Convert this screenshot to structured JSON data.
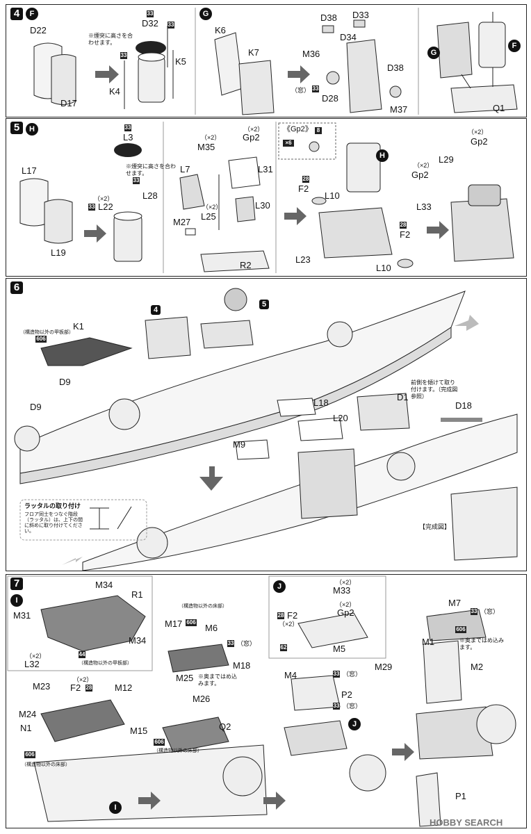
{
  "steps": {
    "s4": "4",
    "s5": "5",
    "s6": "6",
    "s7": "7"
  },
  "markers": {
    "F": "F",
    "G": "G",
    "H": "H",
    "I": "I",
    "J": "J"
  },
  "notes": {
    "height_note": "※煙突に高さを合わせます。",
    "height_note2": "※煙突に高さを合わせます。",
    "ladder_title": "ラッタルの取り付け",
    "ladder_text": "フロア同士をつなぐ階段（ラッタル）は、上下の間に斜めに取り付けてください。",
    "front_tilt": "前側を傾けて取り付けます。（完成図参照）",
    "completed": "【完成図】",
    "struct_deck": "（構造物以外の甲板部）",
    "struct_floor": "（構造物以外の床部）",
    "struct_floor2": "（構造物以外の床部）",
    "struct_floor3": "（構造物以外の床部）",
    "struct_floor4": "（構造物以外の床部）",
    "insert_back": "※奥まではめ込みます。",
    "insert_back2": "※奥まではめ込みます。",
    "window": "（窓）",
    "gp2_title": "《Gp2》"
  },
  "labels": {
    "D22": "D22",
    "D17": "D17",
    "D32": "D32",
    "K5": "K5",
    "K4": "K4",
    "K6": "K6",
    "K7": "K7",
    "D38a": "D38",
    "D33": "D33",
    "D34": "D34",
    "M36": "M36",
    "D28": "D28",
    "D38b": "D38",
    "M37": "M37",
    "Q1": "Q1",
    "L3": "L3",
    "L17": "L17",
    "L19": "L19",
    "L22": "L22",
    "L28": "L28",
    "M35": "M35",
    "Gp2a": "Gp2",
    "L31": "L31",
    "L7": "L7",
    "L25": "L25",
    "L30": "L30",
    "M27": "M27",
    "R2": "R2",
    "F2a": "F2",
    "L10a": "L10",
    "L23": "L23",
    "F2b": "F2",
    "L10b": "L10",
    "Gp2b": "Gp2",
    "L29": "L29",
    "Gp2c": "Gp2",
    "L33": "L33",
    "K1": "K1",
    "D9a": "D9",
    "D9b": "D9",
    "D1": "D1",
    "D18": "D18",
    "L18": "L18",
    "L20": "L20",
    "M9": "M9",
    "M34a": "M34",
    "R1": "R1",
    "M31": "M31",
    "M34b": "M34",
    "L32": "L32",
    "M17": "M17",
    "M6": "M6",
    "M18": "M18",
    "M25": "M25",
    "M26": "M26",
    "Q2": "Q2",
    "M33": "M33",
    "F2c": "F2",
    "Gp2d": "Gp2",
    "M5": "M5",
    "M4": "M4",
    "P2": "P2",
    "M7": "M7",
    "M1": "M1",
    "M29": "M29",
    "M2": "M2",
    "P1": "P1",
    "M23": "M23",
    "F2d": "F2",
    "M12": "M12",
    "M24": "M24",
    "N1": "N1",
    "M15": "M15"
  },
  "mult": {
    "x2": "（×2）"
  },
  "codes": {
    "c33": "33",
    "c8": "8",
    "c28": "28",
    "c606": "606",
    "c44": "44",
    "c62": "62",
    "x6": "×6"
  },
  "watermark": "HOBBY SEARCH"
}
